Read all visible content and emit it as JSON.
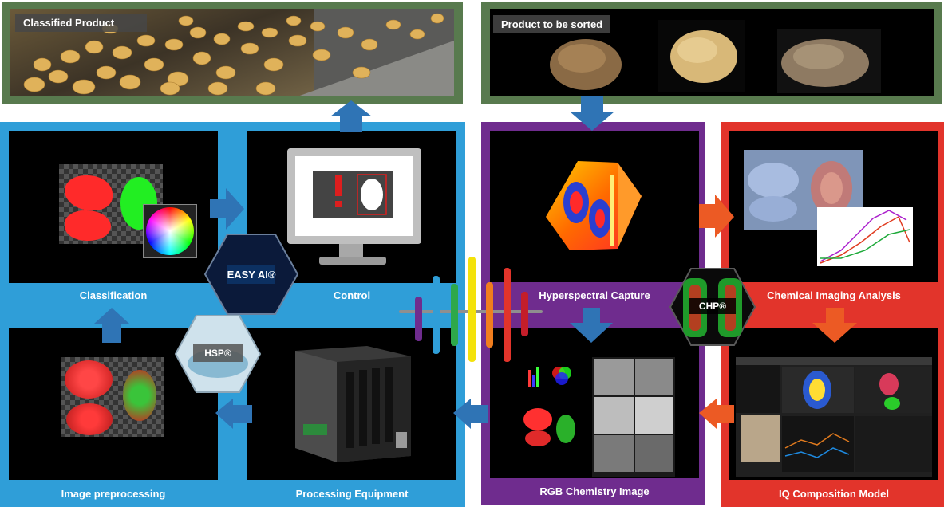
{
  "top_left": {
    "label": "Classified Product"
  },
  "top_right": {
    "label": "Product to be sorted"
  },
  "steps": {
    "classification": "Classification",
    "control": "Control",
    "image_preprocessing": "Image preprocessing",
    "processing_equipment": "Processing Equipment",
    "hyperspectral_capture": "Hyperspectral Capture",
    "chemical_imaging_analysis": "Chemical Imaging Analysis",
    "rgb_chemistry_image": "RGB Chemistry Image",
    "iq_composition_model": "IQ Composition Model"
  },
  "badges": {
    "easy_ai": "EASY AI®",
    "hsp": "HSP®",
    "chp": "CHP®"
  },
  "colors": {
    "green_frame": "#587a4e",
    "blue_frame": "#2f9ed8",
    "purple_frame": "#6f2c8e",
    "red_frame": "#e2342b",
    "blue_arrow": "#2f74b5",
    "orange_arrow": "#ec5a24"
  }
}
